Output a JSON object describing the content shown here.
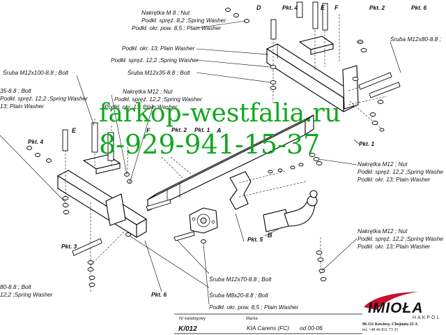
{
  "labels": {
    "nut_m8": "Nakrętka  M  8 ; Nut",
    "spring_82": "Podkł. spręż. 8,2 ;Spring Washer",
    "plain_85_top": "Podkł. okr. pow. 8,5 ; Plain Washer",
    "plain_13_top": "Podkł. okr. 13; Plain Washer",
    "spring_122_top": "Podkł. spręż. 12,2 ;Spring Washer",
    "bolt_m12x35": "Śruba M12x35-8.8 ;  Bolt",
    "bolt_m12x80_right": "Śruba M12x80-8.8 ;",
    "bolt_m12x100": "Śruba M12x100-8.8 ;  Bolt",
    "left_bolt_35": "35-8.8 ;  Bolt",
    "left_spring_122": "Podkł. spręż. 12,2 ;Spring Washer",
    "left_plain_13": "13; Plain Washer",
    "nut_m12_mid": "Nakrętka  M12 ; Nut",
    "spring_122_mid": "Podkł. spręż. 12,2 ;Spring Washer",
    "plain_13_mid": "Podkł. okr. 13; Plain Washer",
    "nut_m12_right1": "Nakrętka  M12 ; Nut",
    "spring_122_right1": "Podkł. spręż. 12,2 ;Spring Washe",
    "plain_13_right1": "Podkł. okr. 13; Plain Washer",
    "nut_m12_right2": "Nakrętka  M12 ; Nut",
    "spring_122_right2": "Podkł. spręż. 12,2 ;Spring Washe",
    "plain_13_right2": "Podkł. okr. 13; Plain Washer",
    "bolt_m12x70": "Śruba M12x70-8.8 ;  Bolt",
    "bolt_m8x20": "Śruba M8x20-8.8 ;  Bolt",
    "plain_85_bottom": "Podkł. okr. pow. 8,5 ; Plain Washer",
    "left_bolt_80": "80-8.8 ;  Bolt",
    "left_spring_bottom": "12,2 ;Spring Washer"
  },
  "pkt": {
    "p4_top": "Pkt. 4",
    "p2_top": "Pkt. 2",
    "p6_top": "Pkt. 6",
    "p1_right": "Pkt. 1",
    "p4_left": "Pkt. 4",
    "p2_mid": "Pkt. 2",
    "p1_mid": "Pkt. 1",
    "p3": "Pkt. 3",
    "p5": "Pkt. 5",
    "p6_bottom": "Pkt. 6"
  },
  "letters": {
    "d": "D",
    "e_top": "E",
    "f_top": "F",
    "e_left": "E",
    "f_left": "F",
    "a": "A",
    "b": "B"
  },
  "watermark": {
    "site": "farkop-westfalia.ru",
    "phone": "8-929-941-15-37"
  },
  "footer": {
    "catalog_label": "Nr katalogowy",
    "catalog_no": "K/012",
    "brand_label": "Marka",
    "model": "KIA Carens (FC)",
    "year": "od  00-06"
  },
  "logo": {
    "name": "IMIOŁA",
    "sub": "HAKPOL",
    "address": "96-111 Kowiesy, Chojnata 23 A",
    "phone": "tel. +48 46 831 73 31"
  }
}
